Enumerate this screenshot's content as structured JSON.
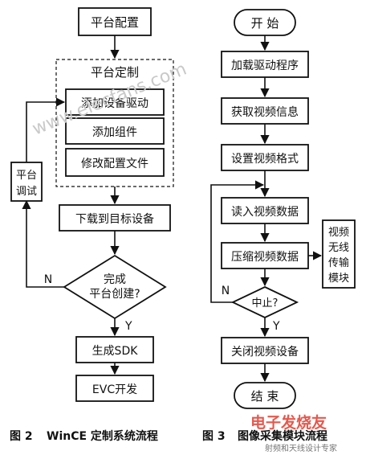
{
  "left_flow": {
    "platform_config": "平台配置",
    "platform_custom": "平台定制",
    "add_driver": "添加设备驱动",
    "add_component": "添加组件",
    "modify_config": "修改配置文件",
    "platform_debug_1": "平台",
    "platform_debug_2": "调试",
    "download": "下载到目标设备",
    "decision_1": "完成",
    "decision_2": "平台创建?",
    "no_label": "N",
    "yes_label": "Y",
    "gen_sdk": "生成SDK",
    "evc_dev": "EVC开发"
  },
  "right_flow": {
    "start": "开 始",
    "load_driver": "加载驱动程序",
    "get_info": "获取视频信息",
    "set_format": "设置视频格式",
    "read_data": "读入视频数据",
    "compress": "压缩视频数据",
    "wireless_1": "视频",
    "wireless_2": "无线",
    "wireless_3": "传输",
    "wireless_4": "模块",
    "stop_q": "中止?",
    "no_label": "N",
    "yes_label": "Y",
    "close_video": "关闭视频设备",
    "end": "结 束"
  },
  "captions": {
    "fig2_num": "图 2",
    "fig2_title": "WinCE 定制系统流程",
    "fig3_num": "图 3",
    "fig3_title": "图像采集模块流程"
  },
  "watermark": {
    "site": "www.elecfans.com",
    "logo_main": "电子发烧友",
    "logo_sub": "射频和天线设计专家"
  }
}
